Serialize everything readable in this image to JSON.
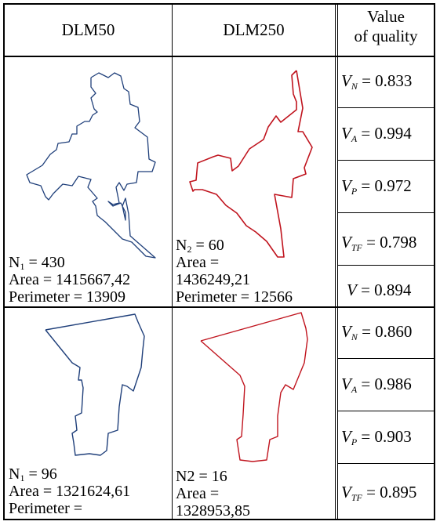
{
  "headers": {
    "col1": "DLM50",
    "col2": "DLM250",
    "col3_line1": "Value",
    "col3_line2": "of quality"
  },
  "row1": {
    "dlm50": {
      "n_prefix": "N",
      "n_sub": "1",
      "n_rest": " = 430",
      "area": "Area = 1415667,42",
      "perimeter": "Perimeter = 13909"
    },
    "dlm250": {
      "n_prefix": "N",
      "n_sub": "2",
      "n_rest": " = 60",
      "area_label": "Area =",
      "area_value": "1436249,21",
      "perimeter": "Perimeter = 12566"
    },
    "metrics": [
      {
        "sym": "V",
        "sub": "N",
        "val": " = 0.833"
      },
      {
        "sym": "V",
        "sub": "A",
        "val": " = 0.994"
      },
      {
        "sym": "V",
        "sub": "P",
        "val": " = 0.972"
      },
      {
        "sym": "V",
        "sub": "TF",
        "val": " = 0.798"
      },
      {
        "sym": "V",
        "sub": "",
        "val": " = 0.894"
      }
    ]
  },
  "row2": {
    "dlm50": {
      "n_prefix": "N",
      "n_sub": "1",
      "n_rest": " = 96",
      "area": "Area = 1321624,61",
      "perimeter": "Perimeter ="
    },
    "dlm250": {
      "n_text": "N2 = 16",
      "area_label": "Area =",
      "area_value": "1328953,85"
    },
    "metrics": [
      {
        "sym": "V",
        "sub": "N",
        "val": " = 0.860"
      },
      {
        "sym": "V",
        "sub": "A",
        "val": " = 0.986"
      },
      {
        "sym": "V",
        "sub": "P",
        "val": " = 0.903"
      },
      {
        "sym": "V",
        "sub": "TF",
        "val": " = 0.895"
      }
    ]
  },
  "colors": {
    "dlm50_stroke": "#1f3f7a",
    "dlm250_stroke": "#c0141e"
  }
}
